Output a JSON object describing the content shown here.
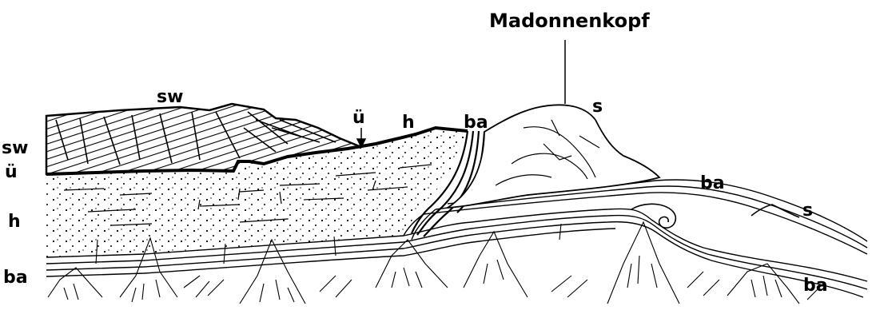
{
  "diagram": {
    "labels": {
      "peak_name": "Madonnenkopf",
      "sw_top": "sw",
      "sw_left": "sw",
      "u_left": "ü",
      "u_arrow": "ü",
      "h_top": "h",
      "h_left": "h",
      "ba_top": "ba",
      "ba_right": "ba",
      "ba_bottom_right": "ba",
      "ba_left": "ba",
      "s_peak": "s",
      "s_right": "s"
    }
  }
}
